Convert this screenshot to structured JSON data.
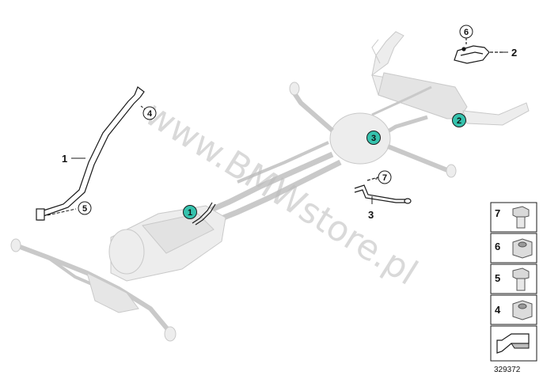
{
  "diagram": {
    "watermark": "www.BMWstore.pl",
    "diagram_id": "329372",
    "labels": [
      {
        "id": "lbl-1",
        "text": "1"
      },
      {
        "id": "lbl-2",
        "text": "2"
      },
      {
        "id": "lbl-3",
        "text": "3"
      }
    ],
    "callouts_plain": [
      {
        "id": "c4",
        "text": "4"
      },
      {
        "id": "c5",
        "text": "5"
      },
      {
        "id": "c6",
        "text": "6"
      },
      {
        "id": "c7",
        "text": "7"
      }
    ],
    "callouts_teal": [
      {
        "id": "t1",
        "text": "1"
      },
      {
        "id": "t2",
        "text": "2"
      },
      {
        "id": "t3",
        "text": "3"
      }
    ],
    "fastener_key": [
      {
        "num": "7",
        "icon": "bolt-icon"
      },
      {
        "num": "6",
        "icon": "nut-icon"
      },
      {
        "num": "5",
        "icon": "bolt-icon"
      },
      {
        "num": "4",
        "icon": "nut-icon"
      }
    ],
    "colors": {
      "callout_teal": "#35c2ad",
      "line": "#1a1a1a",
      "ghost_part": "#d8d8d8"
    }
  }
}
